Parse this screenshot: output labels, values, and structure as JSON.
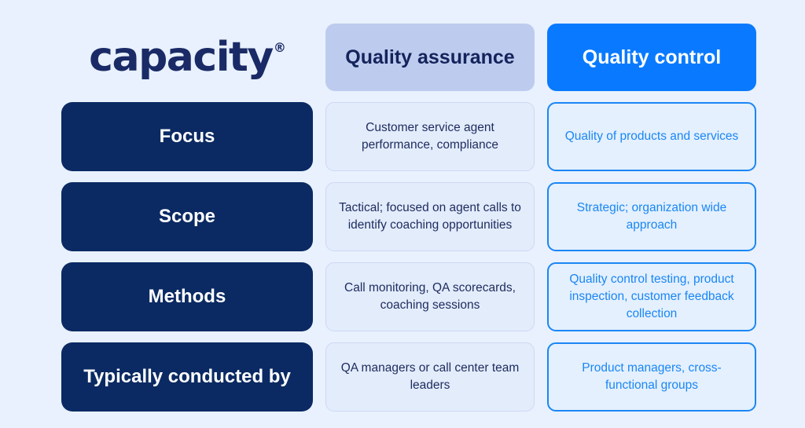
{
  "brand": {
    "name": "capacity",
    "trademark": "®"
  },
  "colors": {
    "page_background": "#e8f1fd",
    "navy": "#0b2a63",
    "qa_header_fill": "#bdcbee",
    "qc_header_fill": "#097aff",
    "qa_cell_fill": "#e3ecfb",
    "qc_cell_fill": "#e4f0fd",
    "qc_border": "#1a86f5",
    "qc_text": "#1a86f5",
    "navy_text": "#1d2b5e"
  },
  "columns": {
    "label": "",
    "qa": "Quality assurance",
    "qc": "Quality control"
  },
  "rows": [
    {
      "label": "Focus",
      "qa": "Customer service agent performance, compliance",
      "qc": "Quality of products and services"
    },
    {
      "label": "Scope",
      "qa": "Tactical; focused on agent calls to identify coaching opportunities",
      "qc": "Strategic; organization wide approach"
    },
    {
      "label": "Methods",
      "qa": "Call monitoring, QA scorecards, coaching sessions",
      "qc": "Quality control testing, product inspection, customer feedback collection"
    },
    {
      "label": "Typically conducted by",
      "qa": "QA managers or call center team leaders",
      "qc": "Product managers, cross-functional groups"
    }
  ]
}
